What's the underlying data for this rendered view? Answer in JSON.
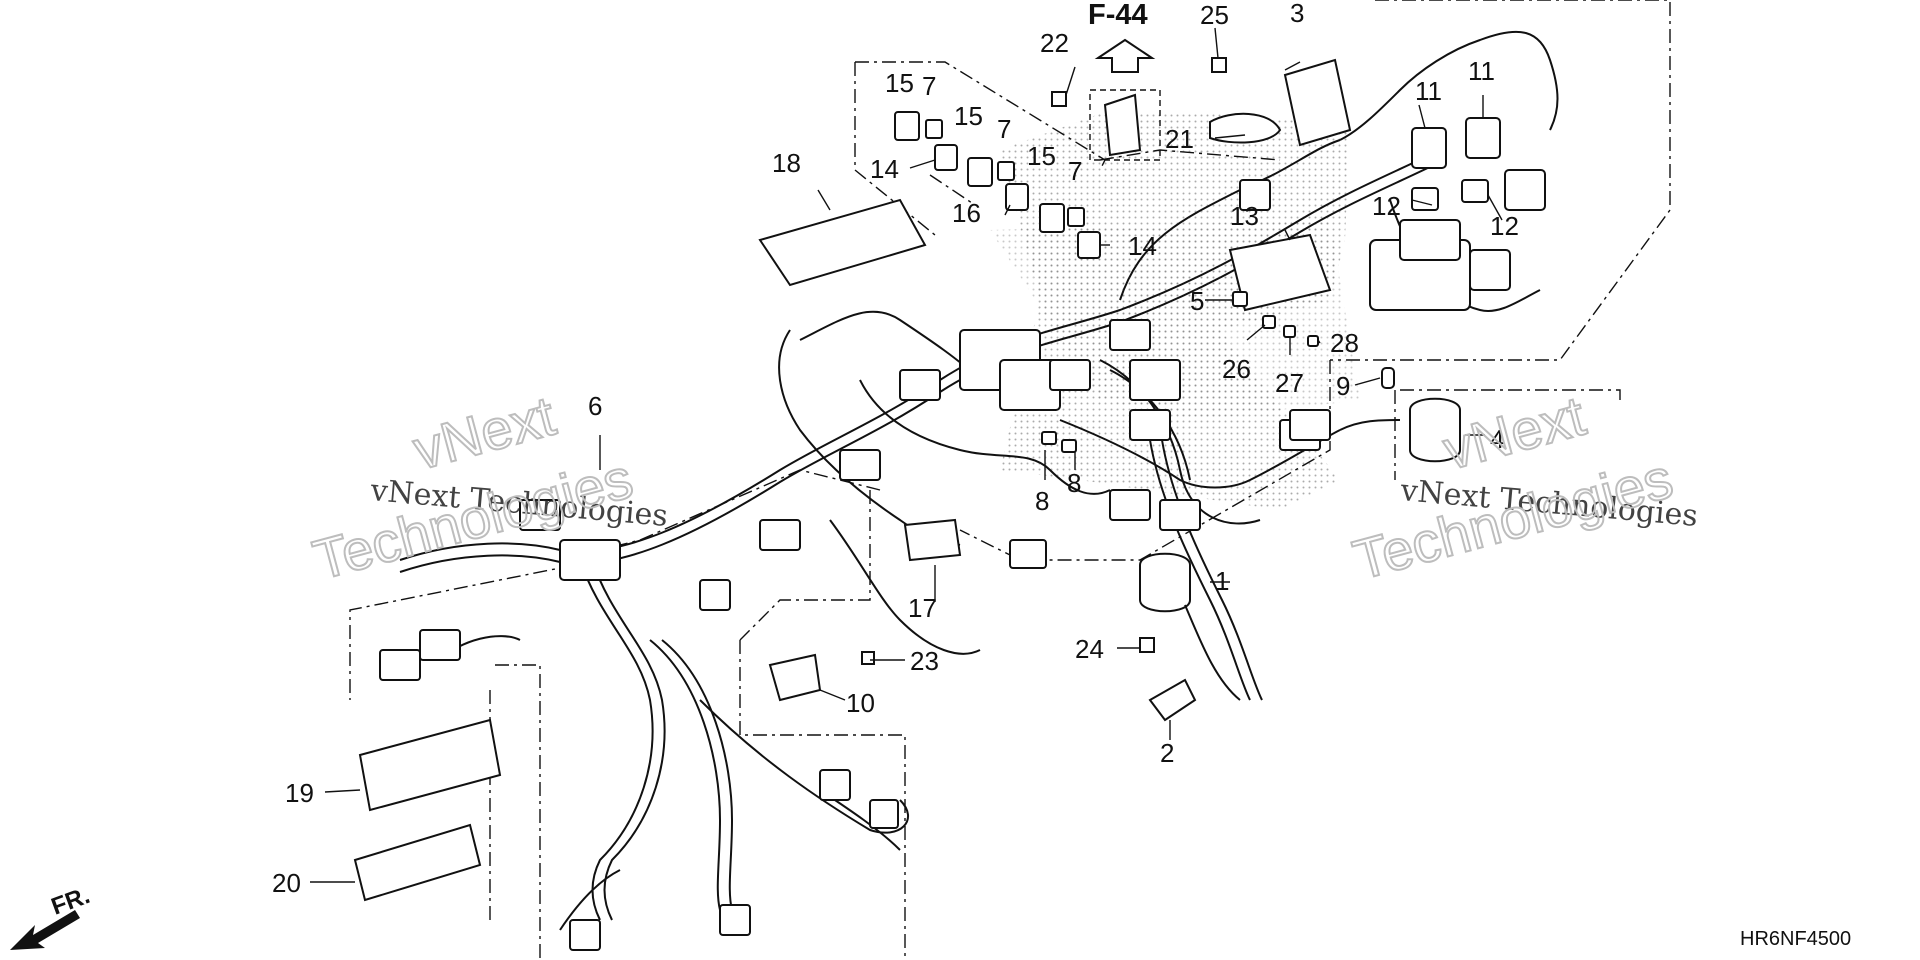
{
  "callouts": [
    "1",
    "2",
    "3",
    "4",
    "5",
    "6",
    "7",
    "7",
    "7",
    "8",
    "8",
    "9",
    "10",
    "11",
    "11",
    "12",
    "12",
    "13",
    "14",
    "14",
    "15",
    "15",
    "15",
    "16",
    "17",
    "18",
    "19",
    "20",
    "21",
    "22",
    "23",
    "24",
    "25",
    "26",
    "27",
    "28"
  ],
  "reference": "F-44",
  "diagram_code": "HR6NF4500",
  "front_marker": "FR.",
  "watermark": {
    "line": "vNext Technologies",
    "word1": "vNext",
    "word2": "Technologies"
  }
}
